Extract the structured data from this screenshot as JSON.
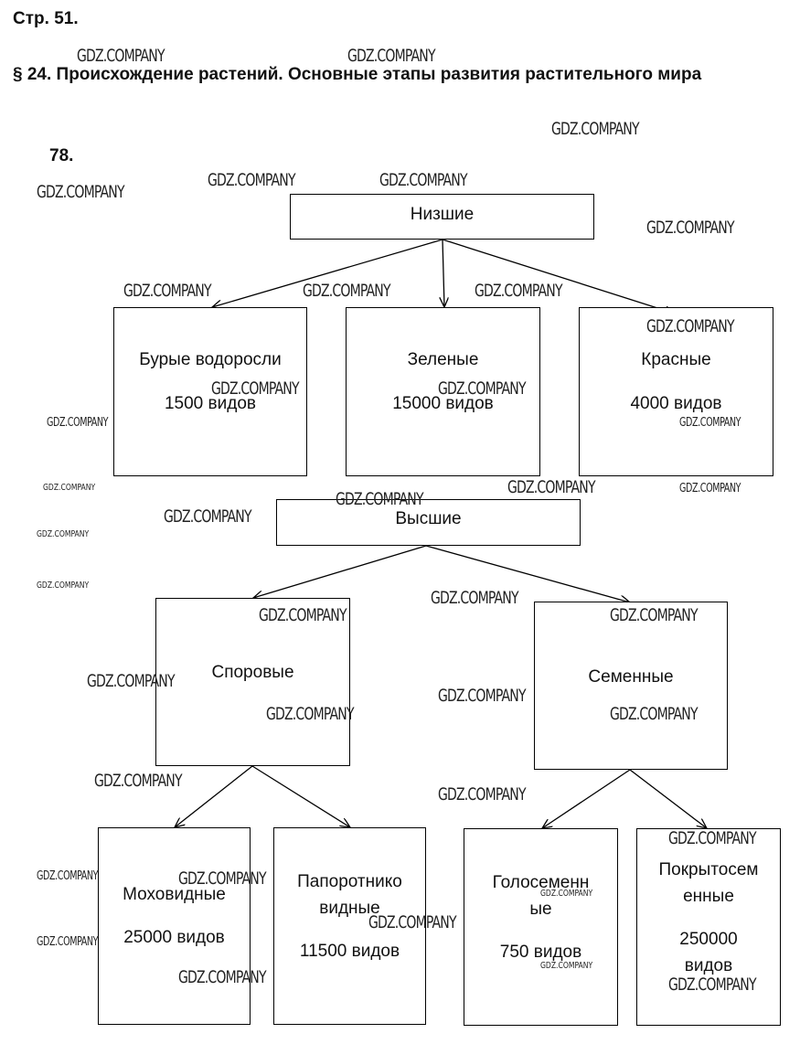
{
  "page": {
    "number": "Стр. 51.",
    "heading": "§ 24. Происхождение растений. Основные этапы развития растительного мира",
    "task": "78."
  },
  "diagram": {
    "lower": {
      "title": "Низшие",
      "groups": [
        {
          "name": "Бурые водоросли",
          "count": "1500 видов"
        },
        {
          "name": "Зеленые",
          "count": "15000 видов"
        },
        {
          "name": "Красные",
          "count": "4000 видов"
        }
      ]
    },
    "higher": {
      "title": "Высшие",
      "spore": {
        "title": "Споровые",
        "groups": [
          {
            "name": "Моховидные",
            "count": "25000 видов"
          },
          {
            "name": "Папоротнико видные",
            "name_l1": "Папоротнико",
            "name_l2": "видные",
            "count": "11500 видов"
          }
        ]
      },
      "seed": {
        "title": "Семенные",
        "groups": [
          {
            "name": "Голосеменн ые",
            "name_l1": "Голосеменн",
            "name_l2": "ые",
            "count": "750 видов"
          },
          {
            "name": "Покрытосем енные",
            "name_l1": "Покрытосем",
            "name_l2": "енные",
            "count": "250000 видов",
            "count_l1": "250000",
            "count_l2": "видов"
          }
        ]
      }
    }
  },
  "watermark": "GDZ.COMPANY"
}
